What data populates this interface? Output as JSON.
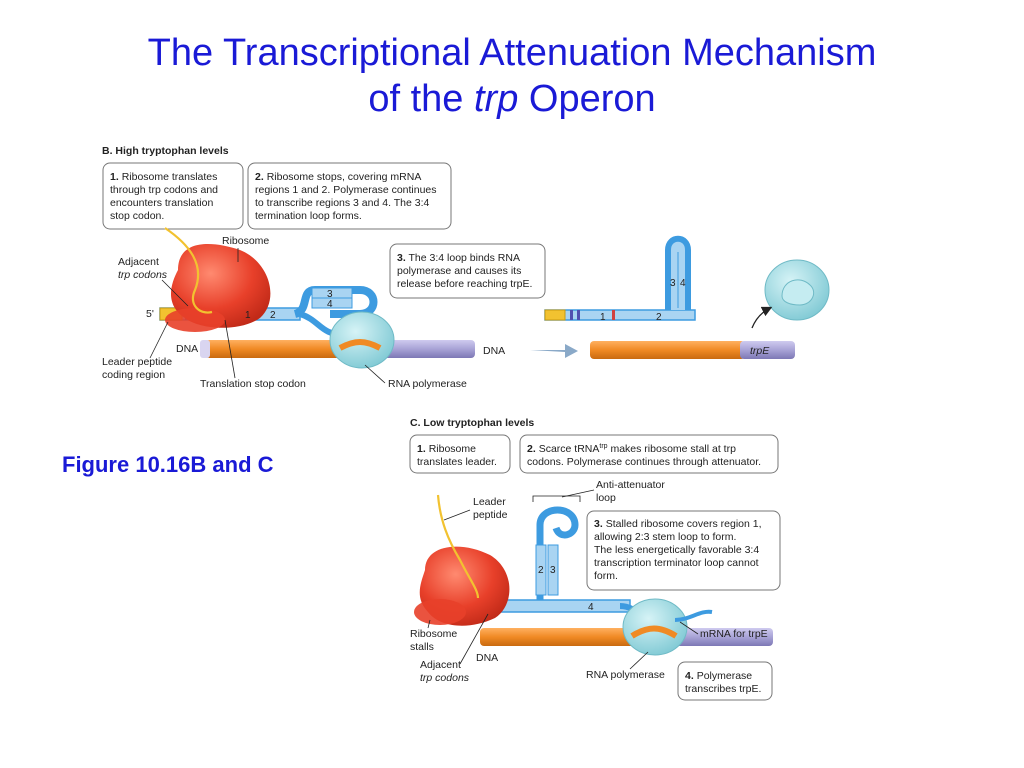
{
  "title": {
    "line1": "The Transcriptional Attenuation Mechanism",
    "line2_pre": "of the ",
    "line2_italic": "trp",
    "line2_post": " Operon"
  },
  "caption": "Figure 10.16B and C",
  "panel_b": {
    "title": "B. High tryptophan levels",
    "step1": {
      "num": "1.",
      "lines": [
        "Ribosome translates",
        "through trp codons and",
        "encounters translation",
        "stop codon."
      ]
    },
    "step2": {
      "num": "2.",
      "lines": [
        "Ribosome stops, covering mRNA",
        "regions 1 and 2. Polymerase continues",
        "to transcribe regions 3 and 4. The 3:4",
        "termination loop forms."
      ]
    },
    "step3": {
      "num": "3.",
      "lines": [
        "The 3:4 loop binds RNA",
        "polymerase and causes its",
        "release before reaching trpE."
      ]
    },
    "labels": {
      "ribosome": "Ribosome",
      "adjacent_1": "Adjacent",
      "adjacent_2": "trp codons",
      "five_prime": "5'",
      "dna_left": "DNA",
      "dna_mid": "DNA",
      "leader_1": "Leader peptide",
      "leader_2": "coding region",
      "stop_codon": "Translation stop codon",
      "rna_pol": "RNA polymerase",
      "trpE": "trpE"
    },
    "regions": {
      "r1": "1",
      "r2": "2",
      "r3": "3",
      "r4": "4"
    }
  },
  "panel_c": {
    "title": "C. Low tryptophan levels",
    "step1": {
      "num": "1.",
      "lines": [
        "Ribosome",
        "translates leader."
      ]
    },
    "step2": {
      "num": "2.",
      "line1_pre": "Scarce tRNA",
      "line1_sup": "trp",
      "line1_post": " makes ribosome stall at trp",
      "line2": "codons. Polymerase continues through attenuator."
    },
    "step3": {
      "num": "3.",
      "lines": [
        "Stalled ribosome covers region 1,",
        "allowing 2:3 stem loop to form.",
        "The less energetically favorable 3:4",
        "transcription terminator loop cannot",
        "form."
      ]
    },
    "step4": {
      "num": "4.",
      "lines": [
        "Polymerase",
        "transcribes trpE."
      ]
    },
    "labels": {
      "anti_1": "Anti-attenuator",
      "anti_2": "loop",
      "leader_1": "Leader",
      "leader_2": "peptide",
      "ribosome_1": "Ribosome",
      "ribosome_2": "stalls",
      "dna": "DNA",
      "adjacent_1": "Adjacent",
      "adjacent_2": "trp codons",
      "rna_pol": "RNA polymerase",
      "mrna": "mRNA for trpE"
    },
    "regions": {
      "r2": "2",
      "r3": "3",
      "r4": "4"
    }
  },
  "colors": {
    "title_blue": "#1a1ad6",
    "ribosome_red": "#e8402a",
    "mrna_blue": "#3d9be0",
    "mrna_light": "#a9d4f2",
    "dna_orange": "#f08a24",
    "dna_purple": "#a8a3d6",
    "polymerase_teal": "#9ad8e0",
    "leader_yellow": "#f2c230"
  }
}
